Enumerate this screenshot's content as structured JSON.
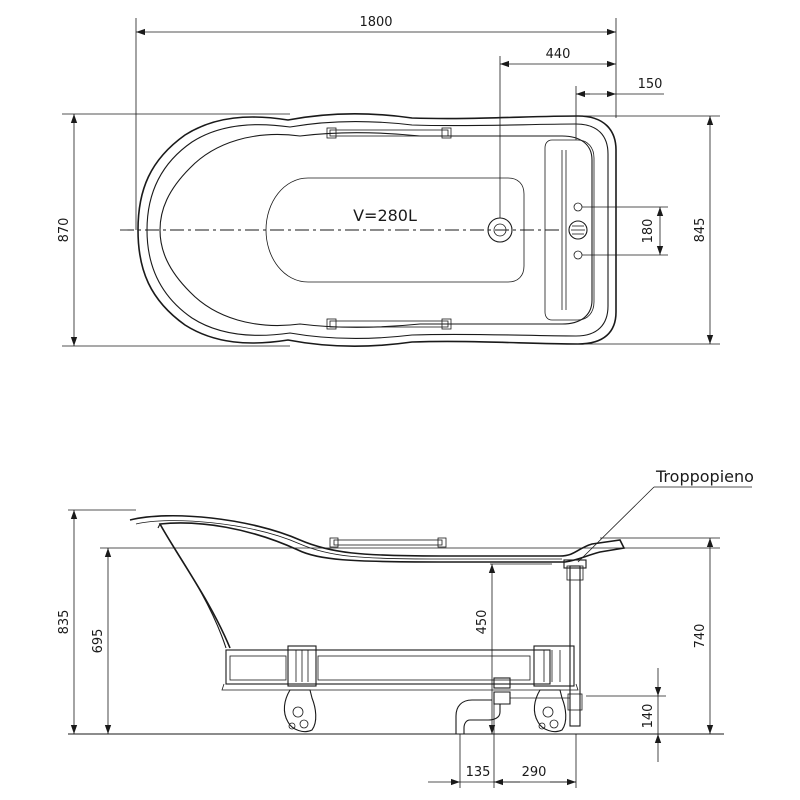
{
  "top_view": {
    "dims": {
      "length": "1800",
      "drain_offset": "440",
      "overflow_offset": "150",
      "width": "870",
      "inner_width": "845",
      "tap_spacing": "180"
    },
    "volume_label": "V=280L"
  },
  "side_view": {
    "overflow_label": "Troppopieno",
    "dims": {
      "total_height": "835",
      "rim_height": "695",
      "drain_height": "450",
      "overflow_height": "740",
      "waste_height": "140",
      "waste_x": "135",
      "waste_spacing": "290"
    }
  },
  "colors": {
    "line": "#1a1a1a",
    "background": "#ffffff"
  }
}
